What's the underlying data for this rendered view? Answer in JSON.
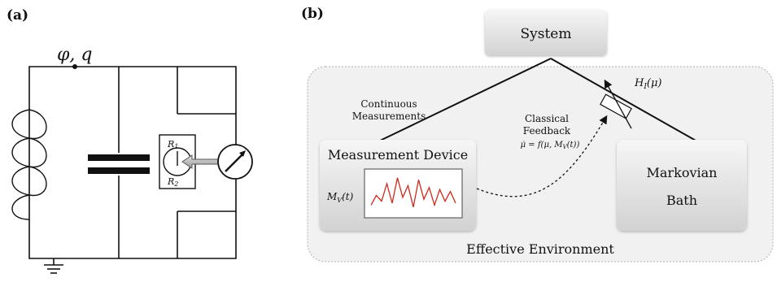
{
  "panel_a": {
    "label": "(a)",
    "node_label": "φ, q",
    "r1": "R",
    "r1_sub": "1",
    "r2": "R",
    "r2_sub": "2"
  },
  "panel_b": {
    "label": "(b)",
    "system": "System",
    "effective_environment": "Effective Environment",
    "measurement_device": "Measurement Device",
    "mv_label": "M",
    "mv_sub": "V",
    "mv_arg": "(t)",
    "markovian_bath_line1": "Markovian",
    "markovian_bath_line2": "Bath",
    "continuous_line1": "Continuous",
    "continuous_line2": "Measurements",
    "classical_line1": "Classical",
    "classical_line2": "Feedback",
    "feedback_eq": "μ̇ = f(μ, M",
    "feedback_eq_sub": "V",
    "feedback_eq_end": "(t))",
    "hi_label": "H",
    "hi_sub": "I",
    "hi_arg": "(μ)",
    "signal_trace": [
      0.2,
      0.45,
      0.3,
      0.75,
      0.25,
      0.9,
      0.4,
      0.7,
      0.15,
      0.85,
      0.35,
      0.65,
      0.2,
      0.6,
      0.3,
      0.55,
      0.25
    ]
  }
}
